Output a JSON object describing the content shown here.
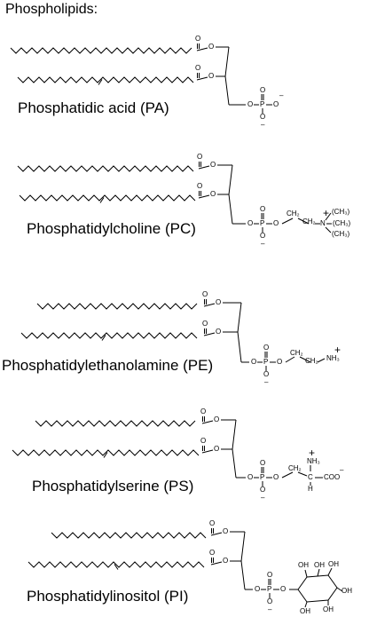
{
  "title": "Phospholipids:",
  "molecules": [
    {
      "name": "Phosphatidic acid (PA)",
      "headgroup": "phosphate"
    },
    {
      "name": "Phosphatidylcholine (PC)",
      "headgroup": "choline"
    },
    {
      "name": "Phosphatidylethanolamine (PE)",
      "headgroup": "ethanolamine"
    },
    {
      "name": "Phosphatidylserine (PS)",
      "headgroup": "serine"
    },
    {
      "name": "Phosphatidylinositol (PI)",
      "headgroup": "inositol"
    }
  ],
  "atom_labels": {
    "O": "O",
    "P": "P",
    "C": "C",
    "H": "H",
    "N": "N",
    "OH": "OH",
    "CH2": "CH₂",
    "NH3": "NH₃",
    "CH3": "(CH₃)",
    "COO": "COO",
    "minus": "–",
    "plus": "+"
  }
}
